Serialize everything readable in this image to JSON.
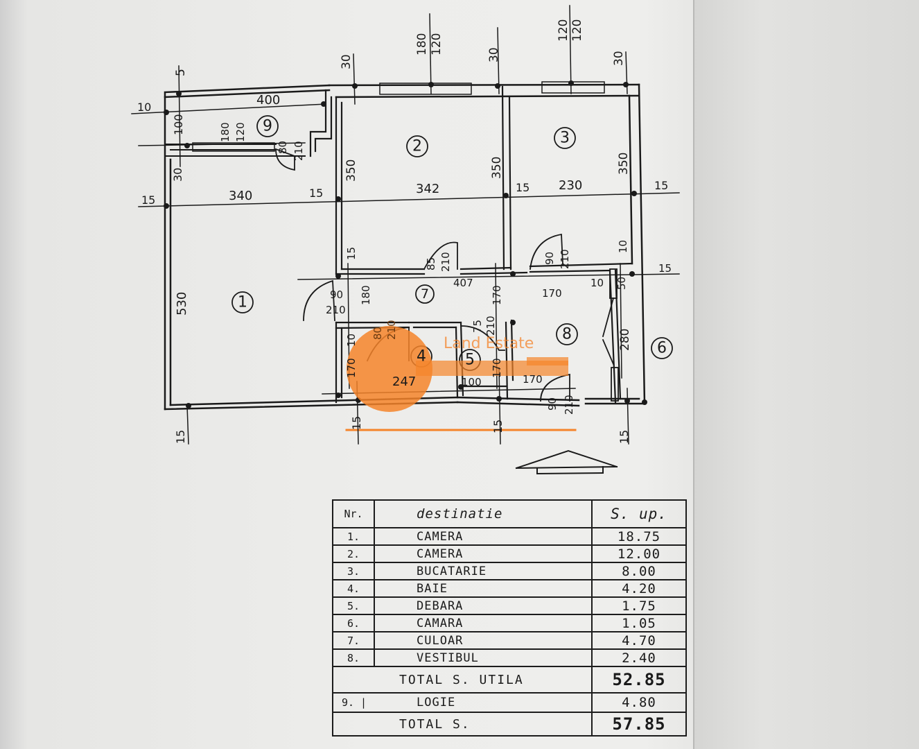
{
  "plan": {
    "top_dims": [
      "5",
      "30",
      "180",
      "120",
      "30",
      "120",
      "120",
      "30"
    ],
    "left_dims": [
      "10",
      "100",
      "30",
      "15",
      "530",
      "15"
    ],
    "horizontal_dims": [
      "400",
      "340",
      "15",
      "342",
      "15",
      "230",
      "15"
    ],
    "internal_dims": [
      "180",
      "120",
      "80",
      "210",
      "350",
      "350",
      "350",
      "15",
      "85",
      "210",
      "90",
      "210",
      "10",
      "15",
      "407",
      "170",
      "10",
      "50",
      "90",
      "210",
      "180",
      "170",
      "75",
      "210",
      "10",
      "170",
      "247",
      "100",
      "170",
      "170",
      "280",
      "90",
      "210",
      "80",
      "210"
    ],
    "bottom_dims": [
      "15",
      "15",
      "15",
      "15"
    ],
    "rooms": [
      "1",
      "2",
      "3",
      "4",
      "5",
      "6",
      "7",
      "8",
      "9"
    ],
    "watermark": {
      "brand": "Land Estate",
      "color": "#f5842a"
    }
  },
  "table": {
    "header": {
      "nr": "Nr.",
      "destination": "destinatie",
      "area": "S. up."
    },
    "rows": [
      {
        "nr": "1.",
        "name": "CAMERA",
        "area": "18.75"
      },
      {
        "nr": "2.",
        "name": "CAMERA",
        "area": "12.00"
      },
      {
        "nr": "3.",
        "name": "BUCATARIE",
        "area": "8.00"
      },
      {
        "nr": "4.",
        "name": "BAIE",
        "area": "4.20"
      },
      {
        "nr": "5.",
        "name": "DEBARA",
        "area": "1.75"
      },
      {
        "nr": "6.",
        "name": "CAMARA",
        "area": "1.05"
      },
      {
        "nr": "7.",
        "name": "CULOAR",
        "area": "4.70"
      },
      {
        "nr": "8.",
        "name": "VESTIBUL",
        "area": "2.40"
      }
    ],
    "total_useful": {
      "label": "TOTAL  S. UTILA",
      "area": "52.85"
    },
    "balcony": {
      "nr": "9. |",
      "name": "LOGIE",
      "area": "4.80"
    },
    "total": {
      "label": "TOTAL  S.",
      "area": "57.85"
    }
  }
}
